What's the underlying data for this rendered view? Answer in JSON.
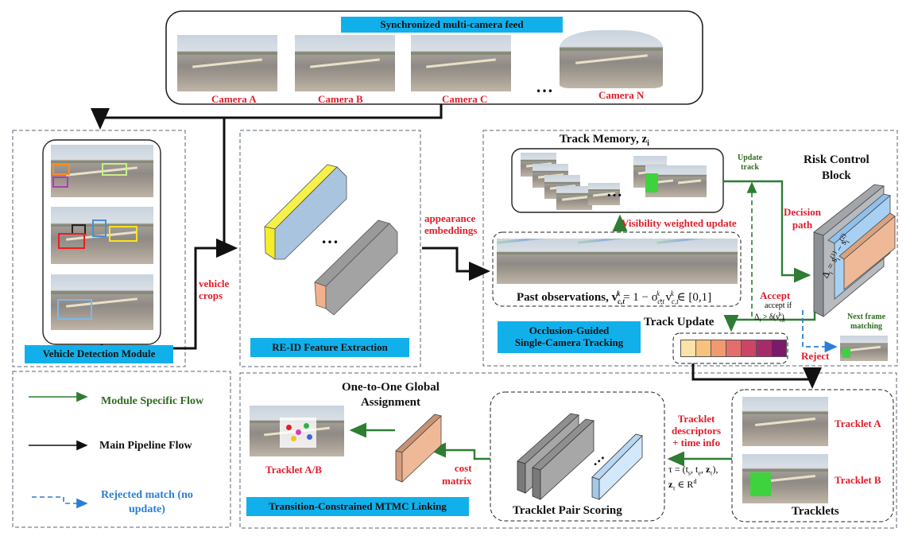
{
  "feed": {
    "title": "Synchronized multi-camera feed",
    "cameras": [
      "Camera A",
      "Camera B",
      "Camera C",
      "Camera N"
    ],
    "ellipsis": "…"
  },
  "detection": {
    "caption": "Vehicle Detection Module",
    "crops_label": "vehicle\ncrops"
  },
  "reid": {
    "caption": "RE-ID Feature Extraction",
    "ellipsis": "…",
    "embeddings_label": "appearance\nembeddings"
  },
  "tracking": {
    "memory_title": "Track Memory, z",
    "memory_sub": "i",
    "memory_ellipsis": "…",
    "visibility_label": "Visibility weighted update",
    "past_obs": "Past observations, v",
    "past_formula": " = 1 − o",
    "past_formula2": ", v",
    "past_range": " ∈ [0,1]",
    "update_track": "Update\ntrack",
    "decision_path": "Decision\npath",
    "accept": "Accept",
    "accept_if": "accept if",
    "accept_cond": "Δ",
    "track_update": "Track Update",
    "reject": "Reject",
    "next_frame": "Next frame\nmatching",
    "caption": "Occlusion-Guided\nSingle-Camera Tracking",
    "risk_title": "Risk Control\nBlock",
    "delta": "Δ",
    "palette": [
      "#fbe2a8",
      "#f7c17e",
      "#f19a70",
      "#e46e6b",
      "#cc4466",
      "#a82b69",
      "#7c1a6a"
    ]
  },
  "legend": {
    "module_flow": "Module Specific Flow",
    "main_flow": "Main Pipeline Flow",
    "rejected": "Rejected match (no\nupdate)"
  },
  "mtmc": {
    "caption": "Transition-Constrained MTMC Linking",
    "assignment": "One-to-One Global\nAssignment",
    "result": "Tracklet A/B",
    "cost": "cost\nmatrix",
    "scoring": "Tracklet Pair Scoring",
    "scoring_ellipsis": "…",
    "descriptors": "Tracklet\ndescriptors\n+ time info",
    "tau_eq": "τ = (t",
    "tau_rest": "), ",
    "tau_in": " ∈ R"
  },
  "tracklets": {
    "title": "Tracklets",
    "a": "Tracklet A",
    "b": "Tracklet B"
  },
  "colors": {
    "accent": "#12b0ea",
    "red": "#e11d2a",
    "green": "#2e6b1f",
    "blue": "#2a7fd4"
  }
}
